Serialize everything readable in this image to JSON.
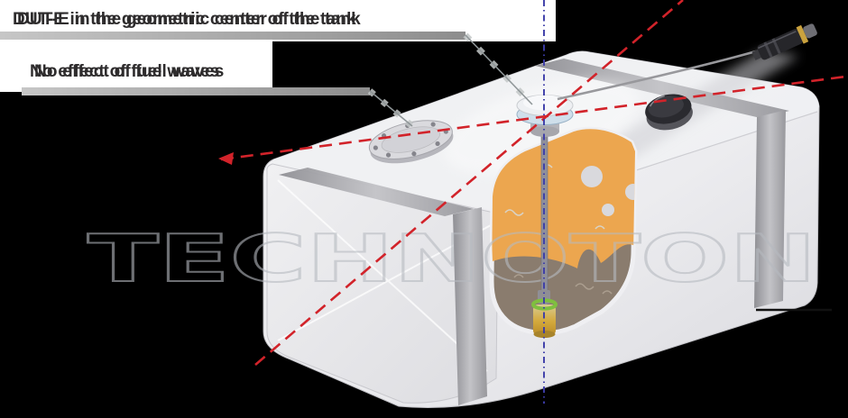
{
  "callouts": {
    "line1": "DUT-E in the geometric center of the tank",
    "line2": "No effect of fuel waves"
  },
  "watermark": "TECHNOTON",
  "colors": {
    "background": "#000000",
    "text": "#2e2c2d",
    "accent_red": "#d2232a",
    "center_line_blue": "#3c3ca8",
    "fuel_amber": "#eca64f",
    "fuel_sediment_brown": "#8a7c6e",
    "float_green": "#7fbf3f",
    "tank_light": "#f2f2f4",
    "strap_gray": "#a9a9ad",
    "watermark_gray": "#b6bac0"
  }
}
